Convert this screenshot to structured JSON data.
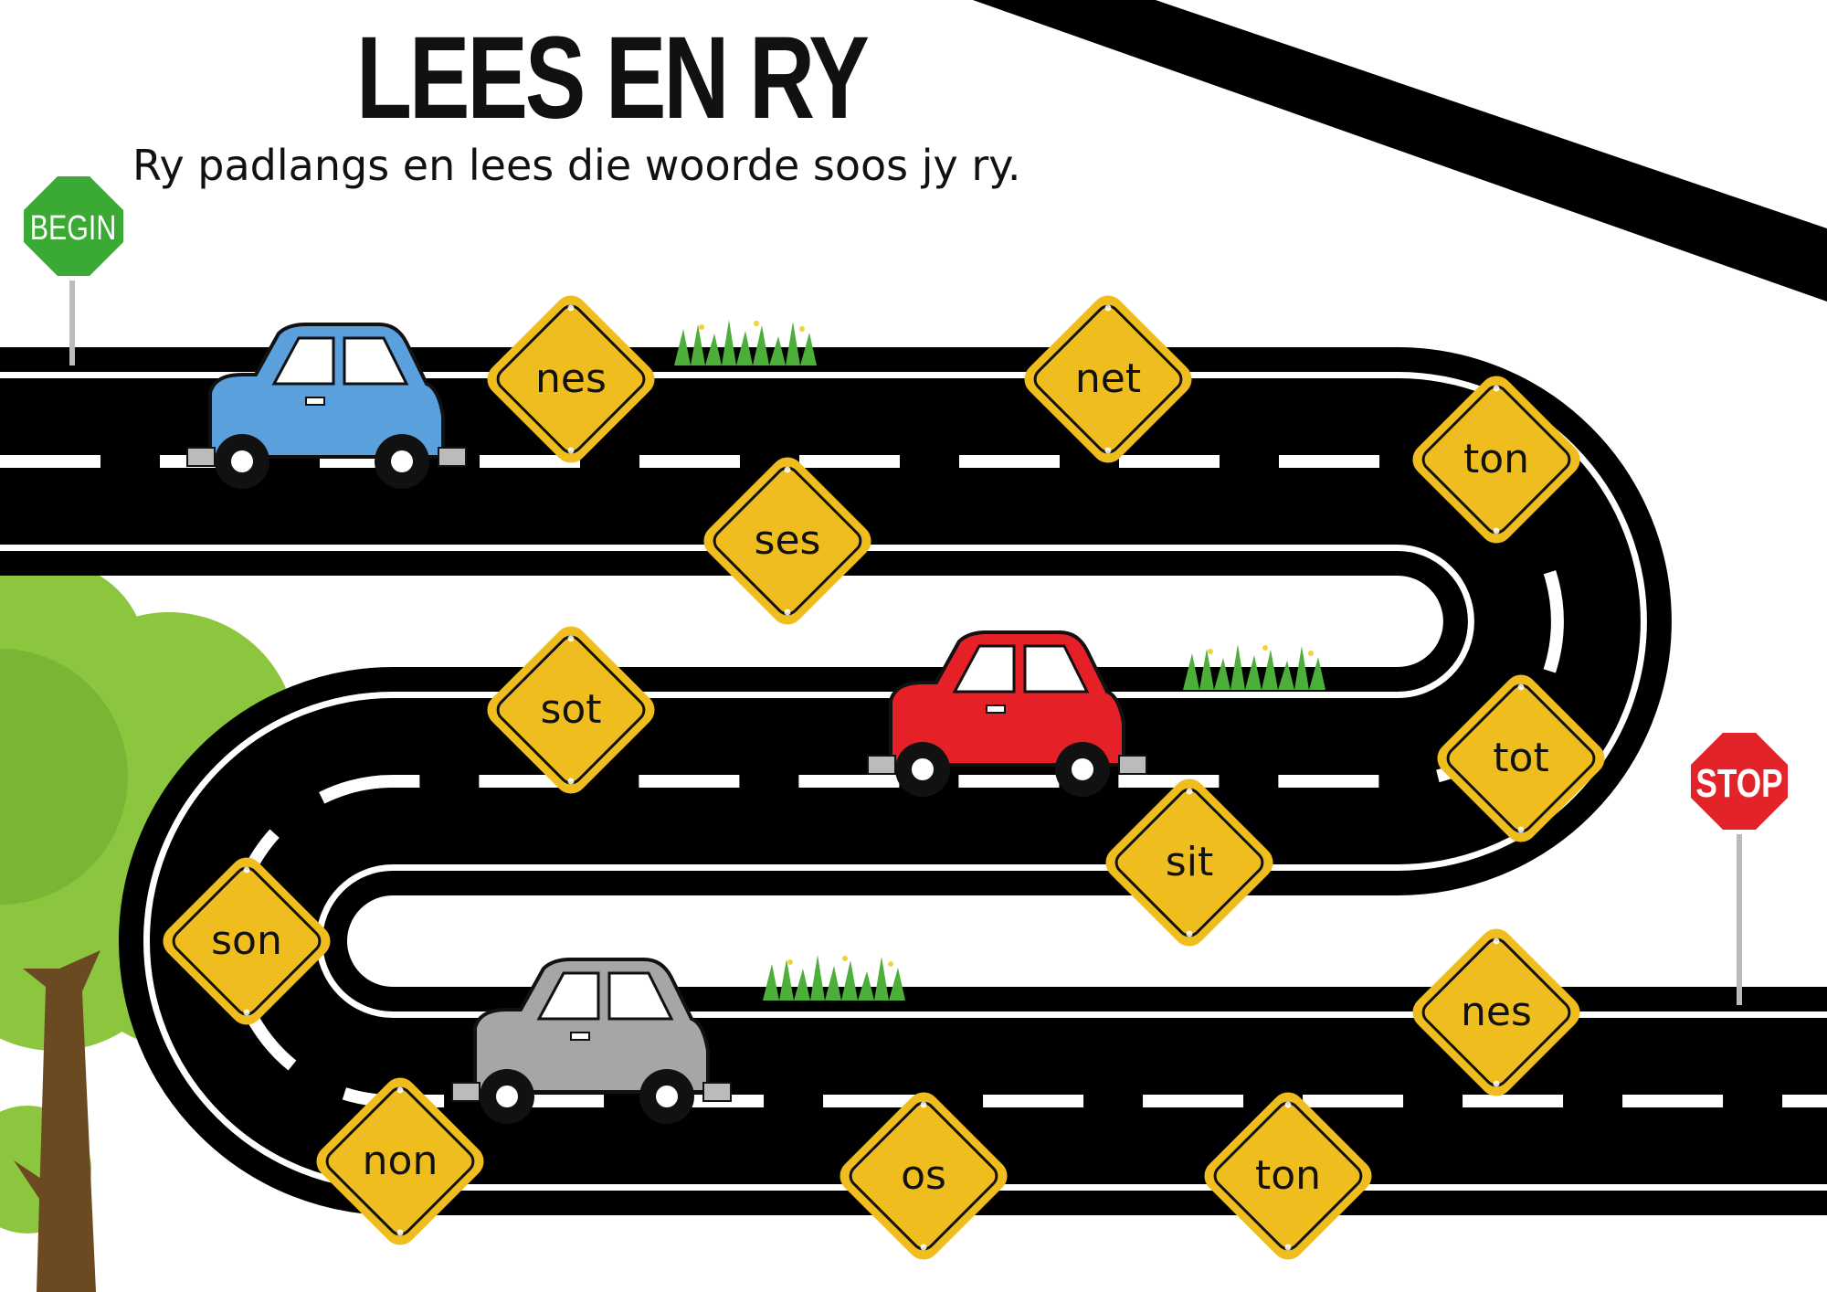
{
  "title": "LEES EN RY",
  "subtitle": "Ry padlangs en lees die woorde soos jy ry.",
  "begin_sign": {
    "label": "BEGIN",
    "color": "#3aaa35"
  },
  "stop_sign": {
    "label": "STOP",
    "color": "#e2232a"
  },
  "colors": {
    "road": "#000000",
    "road_marking": "#ffffff",
    "warning_sign": "#f0bd1e",
    "tree_foliage": "#8cc63f",
    "tree_trunk": "#6b4a21",
    "grass": "#4caf3a"
  },
  "cars": [
    {
      "name": "blue-car",
      "color": "#5aa0dc"
    },
    {
      "name": "red-car",
      "color": "#e62027"
    },
    {
      "name": "grey-car",
      "color": "#a6a6a6"
    }
  ],
  "words": [
    "nes",
    "net",
    "ton",
    "ses",
    "sot",
    "tot",
    "sit",
    "son",
    "nes",
    "non",
    "os",
    "ton"
  ]
}
